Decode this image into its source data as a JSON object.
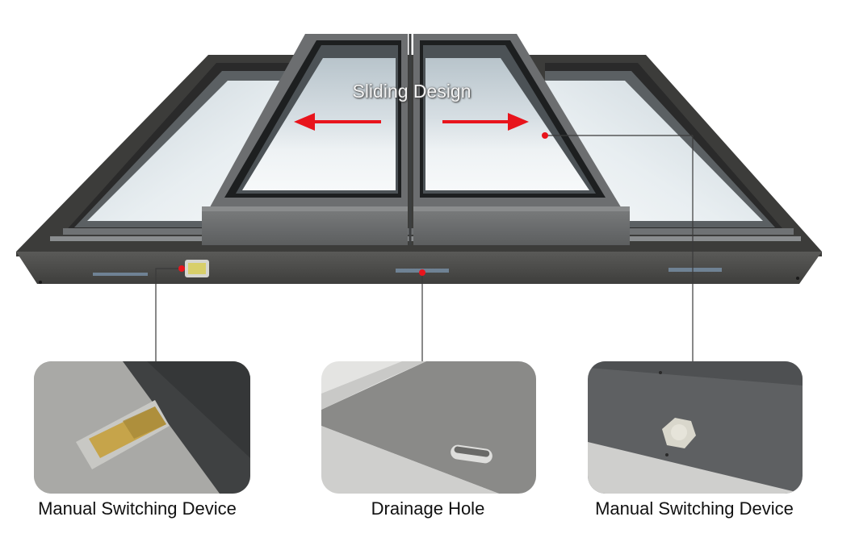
{
  "headline": {
    "label": "Sliding Design",
    "arrows": [
      "left-arrow",
      "right-arrow"
    ],
    "arrow_color": "#e8141c"
  },
  "product": {
    "name": "sliding-skylight",
    "frame_color": "#4a4a48",
    "glass_color": "#dfe6ea",
    "marker_color": "#e8141c"
  },
  "callouts": [
    {
      "id": "manual-switch-left",
      "label": "Manual Switching Device",
      "photo": "reflective-switch-photo"
    },
    {
      "id": "drainage-hole",
      "label": "Drainage Hole",
      "photo": "drainage-slot-photo"
    },
    {
      "id": "manual-switch-right",
      "label": "Manual Switching Device",
      "photo": "knob-switch-photo"
    }
  ]
}
